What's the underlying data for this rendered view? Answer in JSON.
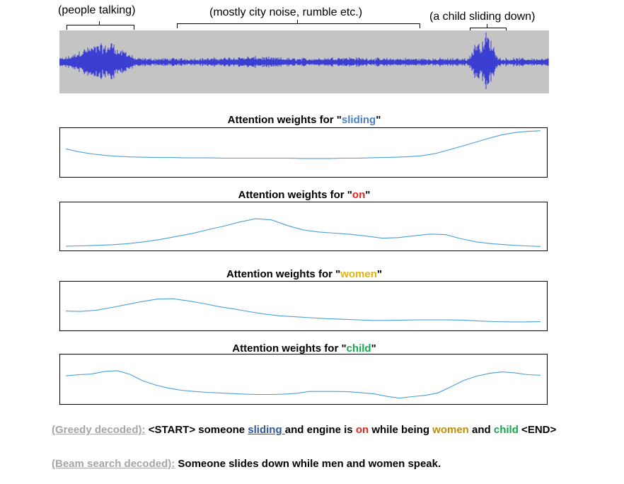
{
  "annotations": {
    "people": "(people talking)",
    "city": "(mostly city noise, rumble etc.)",
    "child": "(a child sliding down)"
  },
  "waveform": {
    "background": "#c4c4c4",
    "color": "#3a3fd1"
  },
  "colors": {
    "line": "#4a9fd8",
    "sliding": "#4a80c4",
    "on": "#e8231c",
    "women": "#e5b30a",
    "child": "#17a84b",
    "label_grey": "#a6a6a6"
  },
  "panels": [
    {
      "title_prefix": "Attention weights for \"",
      "word": "sliding",
      "title_suffix": "\""
    },
    {
      "title_prefix": "Attention weights for \"",
      "word": "on",
      "title_suffix": "\""
    },
    {
      "title_prefix": "Attention weights for \"",
      "word": "women",
      "title_suffix": "\""
    },
    {
      "title_prefix": "Attention weights for \"",
      "word": "child",
      "title_suffix": "\""
    }
  ],
  "chart_data": [
    {
      "type": "line",
      "title": "Attention weights for \"sliding\"",
      "values": [
        0.84,
        0.74,
        0.67,
        0.62,
        0.59,
        0.57,
        0.56,
        0.55,
        0.55,
        0.54,
        0.54,
        0.54,
        0.53,
        0.53,
        0.53,
        0.53,
        0.53,
        0.53,
        0.52,
        0.52,
        0.52,
        0.53,
        0.53,
        0.54,
        0.55,
        0.56,
        0.58,
        0.61,
        0.68,
        0.8,
        0.92,
        1.05,
        1.18,
        1.3,
        1.38,
        1.42,
        1.44
      ]
    },
    {
      "type": "line",
      "title": "Attention weights for \"on\"",
      "values": [
        0.05,
        0.06,
        0.08,
        0.1,
        0.14,
        0.2,
        0.28,
        0.38,
        0.48,
        0.61,
        0.73,
        0.87,
        0.98,
        0.94,
        0.75,
        0.6,
        0.53,
        0.49,
        0.45,
        0.39,
        0.32,
        0.34,
        0.4,
        0.46,
        0.44,
        0.3,
        0.19,
        0.13,
        0.09,
        0.06,
        0.04
      ]
    },
    {
      "type": "line",
      "title": "Attention weights for \"women\"",
      "values": [
        0.55,
        0.54,
        0.58,
        0.67,
        0.77,
        0.87,
        0.95,
        0.96,
        0.89,
        0.8,
        0.7,
        0.62,
        0.53,
        0.45,
        0.39,
        0.36,
        0.33,
        0.3,
        0.28,
        0.26,
        0.24,
        0.24,
        0.25,
        0.26,
        0.26,
        0.26,
        0.25,
        0.22,
        0.2,
        0.19,
        0.19,
        0.2
      ]
    },
    {
      "type": "line",
      "title": "Attention weights for \"child\"",
      "values": [
        0.83,
        0.87,
        0.89,
        0.97,
        1.0,
        0.88,
        0.67,
        0.53,
        0.43,
        0.36,
        0.32,
        0.29,
        0.27,
        0.25,
        0.23,
        0.22,
        0.22,
        0.23,
        0.26,
        0.32,
        0.32,
        0.32,
        0.31,
        0.28,
        0.24,
        0.16,
        0.1,
        0.15,
        0.19,
        0.27,
        0.47,
        0.68,
        0.82,
        0.91,
        0.96,
        0.93,
        0.87,
        0.85
      ]
    }
  ],
  "greedy": {
    "label": "(Greedy decoded):",
    "t1": " <START> someone ",
    "w1": "sliding ",
    "t2": "and engine is ",
    "w2": "on",
    "t3": " while being ",
    "w3": "women",
    "t4": " and ",
    "w4": "child",
    "t5": " <END>"
  },
  "beam": {
    "label": "(Beam search decoded):",
    "text": " Someone slides down while men and women speak."
  }
}
